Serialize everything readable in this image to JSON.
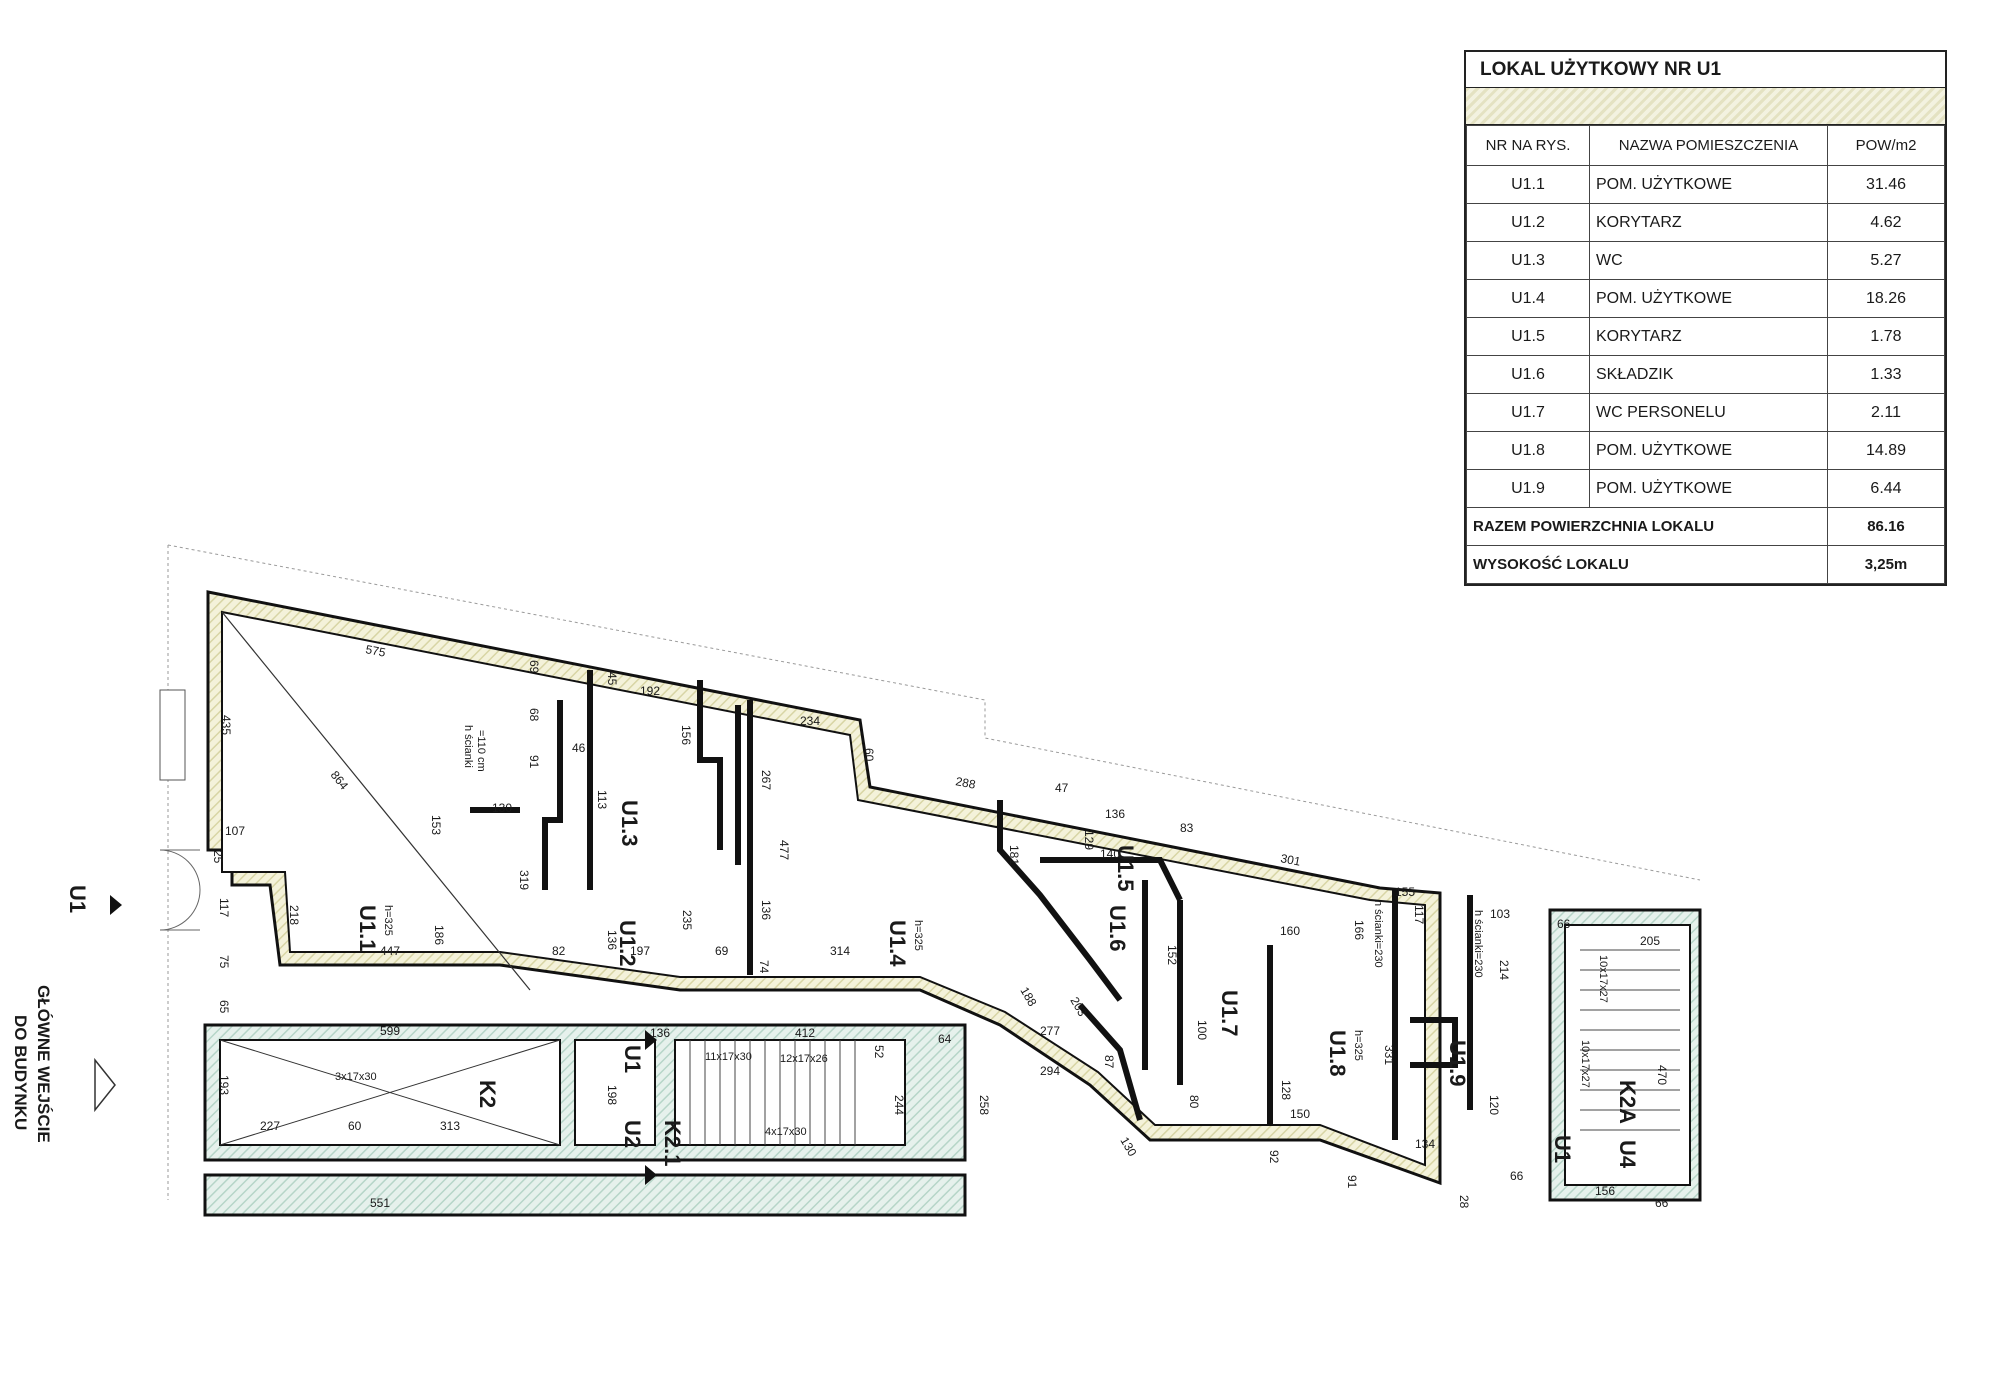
{
  "legend": {
    "title": "LOKAL UŻYTKOWY NR U1",
    "headers": {
      "nr": "NR NA RYS.",
      "name": "NAZWA POMIESZCZENIA",
      "area": "POW/m2"
    },
    "rows": [
      {
        "nr": "U1.1",
        "name": "POM. UŻYTKOWE",
        "area": "31.46"
      },
      {
        "nr": "U1.2",
        "name": "KORYTARZ",
        "area": "4.62"
      },
      {
        "nr": "U1.3",
        "name": "WC",
        "area": "5.27"
      },
      {
        "nr": "U1.4",
        "name": "POM. UŻYTKOWE",
        "area": "18.26"
      },
      {
        "nr": "U1.5",
        "name": "KORYTARZ",
        "area": "1.78"
      },
      {
        "nr": "U1.6",
        "name": "SKŁADZIK",
        "area": "1.33"
      },
      {
        "nr": "U1.7",
        "name": "WC PERSONELU",
        "area": "2.11"
      },
      {
        "nr": "U1.8",
        "name": "POM. UŻYTKOWE",
        "area": "14.89"
      },
      {
        "nr": "U1.9",
        "name": "POM. UŻYTKOWE",
        "area": "6.44"
      }
    ],
    "total": {
      "label": "RAZEM POWIERZCHNIA LOKALU",
      "value": "86.16"
    },
    "height": {
      "label": "WYSOKOŚĆ LOKALU",
      "value": "3,25m"
    }
  },
  "plan": {
    "rooms": {
      "u11": "U1.1",
      "u12": "U1.2",
      "u13": "U1.3",
      "u14": "U1.4",
      "u15": "U1.5",
      "u16": "U1.6",
      "u17": "U1.7",
      "u18": "U1.8",
      "u19": "U1.9",
      "k2": "K2",
      "k21": "K2.1",
      "k2a": "K2A"
    },
    "heights": {
      "h1": "h=325",
      "h4": "h=325",
      "h8": "h=325"
    },
    "notes": {
      "wall_a": "h ścianki",
      "wall_b": "=110 cm",
      "wall_c": "h ścianki=230",
      "wall_d": "h ścianki=230"
    },
    "units": {
      "u1_left": "U1",
      "u1_mid": "U1",
      "u2_mid": "U2",
      "u1_right": "U1",
      "u4_right": "U4"
    },
    "entrance": {
      "line1": "GŁÓWNE WEJŚCIE",
      "line2": "DO BUDYNKU"
    },
    "stairs": {
      "s1": "3x17x30",
      "s2": "11x17x30",
      "s3": "12x17x26",
      "s4": "4x17x30",
      "s5": "10x17x27",
      "s6": "10x17x27"
    },
    "dims": {
      "d575": "575",
      "d435": "435",
      "d864": "864",
      "d69": "69",
      "d68": "68",
      "d91": "91",
      "d46": "46",
      "d130": "130",
      "d153": "153",
      "d107": "107",
      "d25": "25",
      "d218": "218",
      "d319": "319",
      "d186": "186",
      "d447": "447",
      "d82": "82",
      "d45": "45",
      "d192": "192",
      "d156": "156",
      "d113": "113",
      "d136a": "136",
      "d197": "197",
      "d235": "235",
      "d234": "234",
      "d60": "60",
      "d267": "267",
      "d477": "477",
      "d136b": "136",
      "d314": "314",
      "d69b": "69",
      "d74": "74",
      "d288": "288",
      "d47": "47",
      "d136c": "136",
      "d83": "83",
      "d181": "181",
      "d129": "129",
      "d140": "140",
      "d301": "301",
      "d152": "152",
      "d100": "100",
      "d166": "166",
      "d160": "160",
      "d155": "155",
      "d117": "117",
      "d103": "103",
      "d66a": "66",
      "d205": "205",
      "d214": "214",
      "d331": "331",
      "d128": "128",
      "d150": "150",
      "d134": "134",
      "d120": "120",
      "d470": "470",
      "d599": "599",
      "d227": "227",
      "d60b": "60",
      "d313": "313",
      "d412": "412",
      "d136d": "136",
      "d198": "198",
      "d244": "244",
      "d258": "258",
      "d277": "277",
      "d294": "294",
      "d87": "87",
      "d203": "203",
      "d188": "188",
      "d130b": "130",
      "d551": "551",
      "d156b": "156",
      "d66b": "66",
      "d117b": "117",
      "d75": "75",
      "d65": "65",
      "d193": "193",
      "d64": "64",
      "d52": "52",
      "d80": "80",
      "d92": "92",
      "d91b": "91",
      "d28": "28",
      "d66c": "66"
    }
  }
}
